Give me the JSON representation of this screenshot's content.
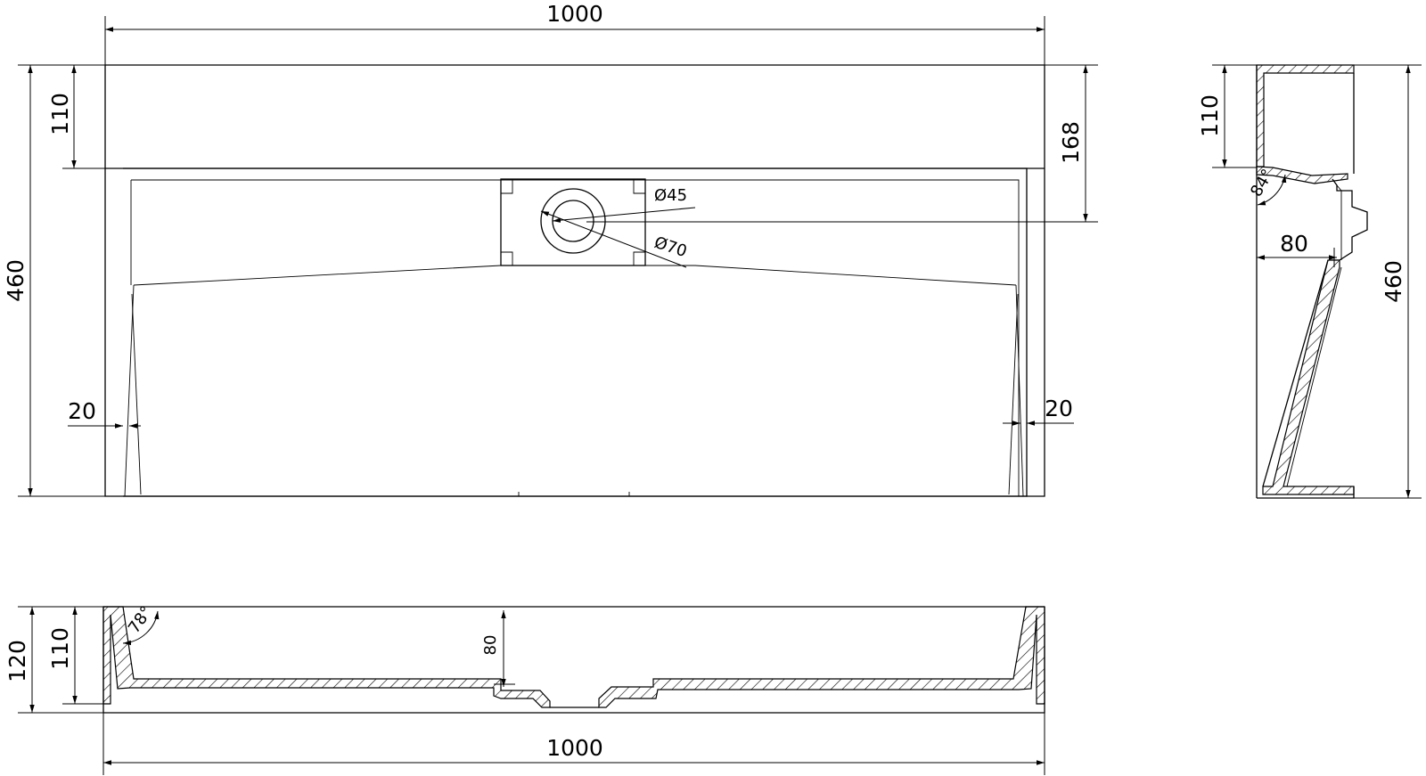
{
  "drawing": {
    "top_view": {
      "width": "1000",
      "height": "460",
      "back_ledge": "110",
      "drain_offset": "168",
      "side_left": "20",
      "side_right": "20",
      "drain_inner_diameter": "Ø45",
      "drain_outer_diameter": "Ø70"
    },
    "side_view": {
      "back_ledge": "110",
      "angle": "84°",
      "depth": "80",
      "height": "460"
    },
    "front_view": {
      "total_height": "120",
      "inner_height": "110",
      "angle": "78°",
      "drain_depth": "80",
      "width": "1000"
    }
  }
}
